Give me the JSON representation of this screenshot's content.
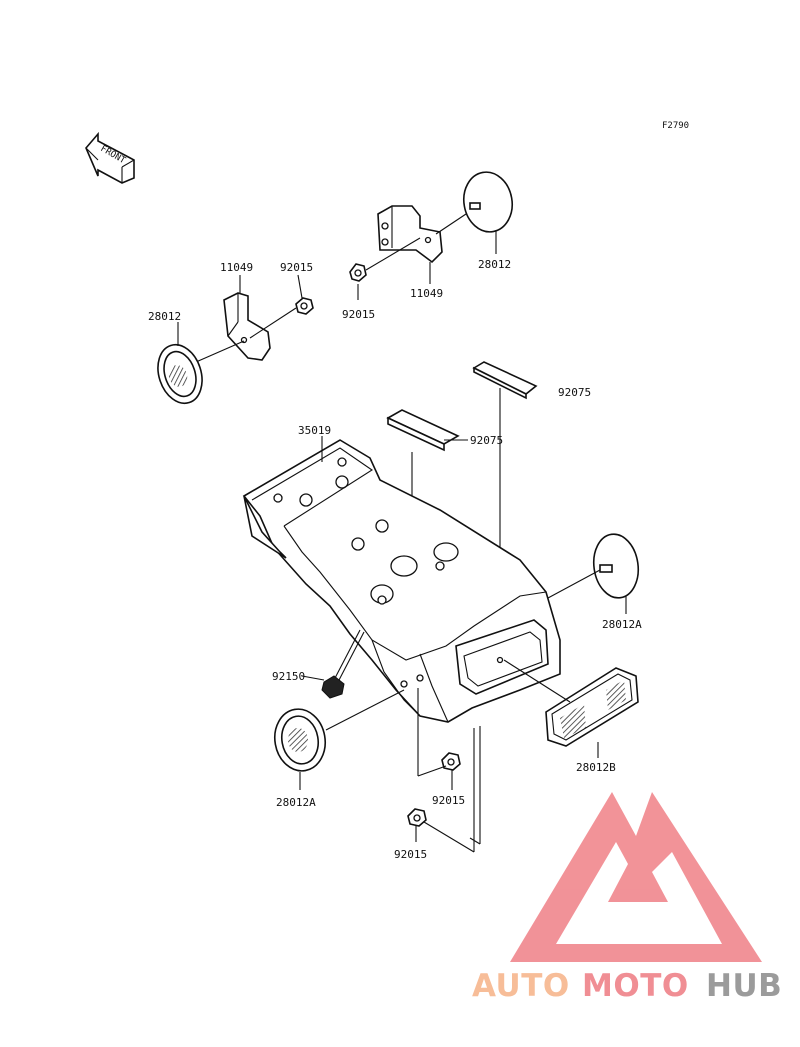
{
  "diagram": {
    "ref_code": "F2790",
    "front_label": "FRONT",
    "labels": {
      "bracket_left": "11049",
      "nut_left": "92015",
      "reflector_left": "28012",
      "nut_upper": "92015",
      "bracket_upper": "11049",
      "reflector_upper": "28012",
      "pad_right": "92075",
      "pad_left": "92075",
      "fender": "35019",
      "reflector_side_right": "28012A",
      "bolt": "92150",
      "reflector_side_left": "28012A",
      "reflector_rear": "28012B",
      "nut_lower_a": "92015",
      "nut_lower_b": "92015"
    }
  },
  "watermark": {
    "auto": "AUTO",
    "moto": "MOTO",
    "hub": "HUB",
    "colors": {
      "auto": "#f6b48a",
      "moto": "#ef7f86",
      "hub": "#8e8e8e",
      "triangle": "#f0848a"
    }
  }
}
